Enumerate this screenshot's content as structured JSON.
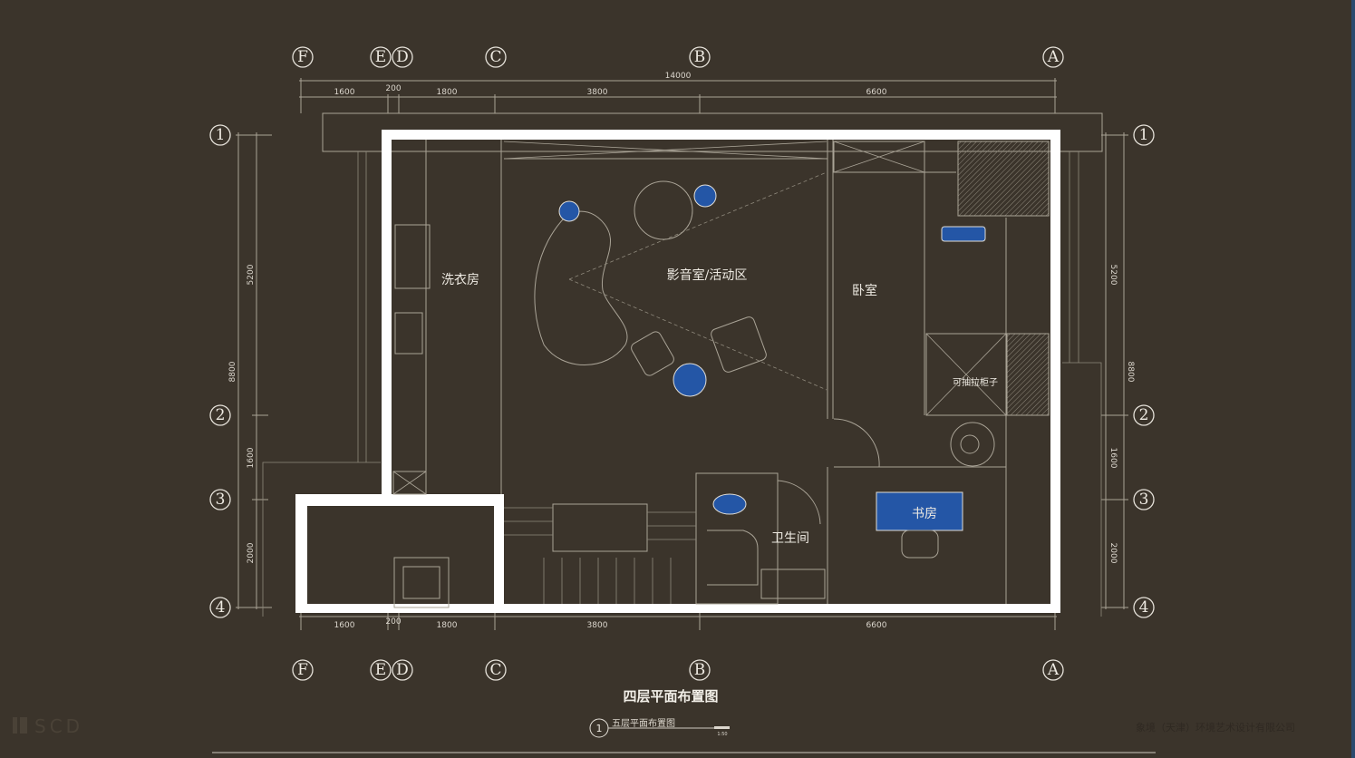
{
  "axes": {
    "columns": [
      "F",
      "E",
      "D",
      "C",
      "B",
      "A"
    ],
    "rows": [
      "1",
      "2",
      "3",
      "4"
    ]
  },
  "dimensions": {
    "top_total": "14000",
    "horizontal": [
      "1600",
      "200",
      "1800",
      "3800",
      "6600"
    ],
    "vertical_total": "8800",
    "vertical": [
      "5200",
      "1600",
      "2000"
    ]
  },
  "rooms": {
    "laundry": "洗衣房",
    "theater": "影音室/活动区",
    "bedroom": "卧室",
    "cabinet": "可抽拉柜子",
    "bathroom": "卫生间",
    "study": "书房"
  },
  "title": "四层平面布置图",
  "subtitle": {
    "number": "1",
    "text": "五层平面布置图",
    "scale": "1:50"
  },
  "logo": "SCD",
  "company": "象境（天津）环境艺术设计有限公司",
  "colors": {
    "background": "#3b342b",
    "accent": "#2456a6",
    "wall": "#ffffff"
  }
}
